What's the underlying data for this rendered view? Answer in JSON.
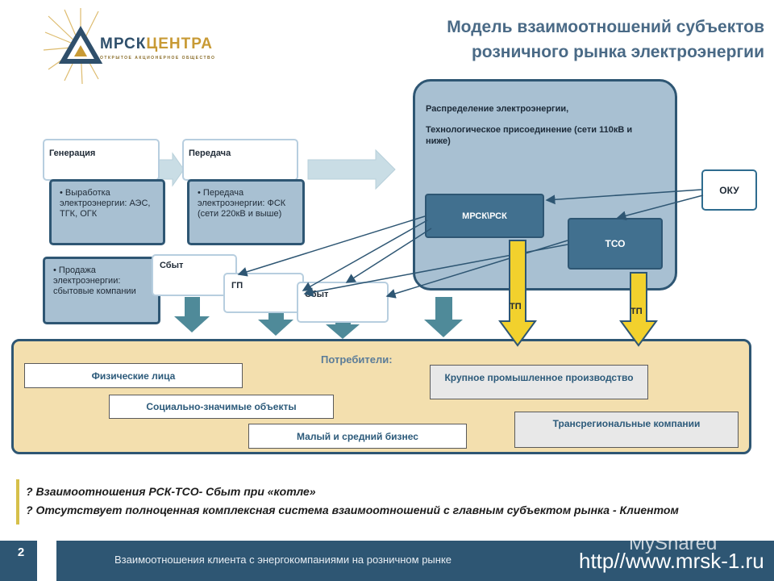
{
  "header": {
    "title_line1": "Модель взаимоотношений субъектов",
    "title_line2": "розничного рынка электроэнергии"
  },
  "logo": {
    "name_part1": "МРСК",
    "name_part2": "ЦЕНТРА",
    "subtitle": "ОТКРЫТОЕ АКЦИОНЕРНОЕ ОБЩЕСТВО"
  },
  "diagram": {
    "generation": {
      "label": "Генерация",
      "text": "Выработка электроэнергии: АЭС, ТГК, ОГК"
    },
    "transmission": {
      "label": "Передача",
      "text": "Передача электроэнергии: ФСК (сети 220кВ и выше)"
    },
    "sales": {
      "text": "Продажа электроэнергии: сбытовые компании"
    },
    "distribution": {
      "line1": "Распределение электроэнергии,",
      "line2": "Технологическое присоединение  (сети 110кВ и ниже)"
    },
    "mrsk": "МРСК\\РСК",
    "tso": "ТСО",
    "oku": "ОКУ",
    "sbyt1": "Сбыт",
    "gp": "ГП",
    "sbyt2": "Сбыт",
    "tp1": "ТП",
    "tp2": "ТП"
  },
  "consumers": {
    "title": "Потребители:",
    "physical": "Физические лица",
    "social": "Социально-значимые объекты",
    "small": "Малый и средний бизнес",
    "industry": "Крупное промышленное производство",
    "transregional": "Трансрегиональные компании"
  },
  "questions": {
    "q1": "? Взаимоотношения РСК-ТСО- Сбыт при «котле»",
    "q2": "? Отсутствует полноценная комплексная система взаимоотношений с главным субъектом рынка  - Клиентом"
  },
  "footer": {
    "page": "2",
    "text": "Взаимоотношения клиента с энергокомпаниями на розничном рынке",
    "url": "http//www.mrsk-1.ru",
    "watermark": "MyShared"
  },
  "colors": {
    "dark_blue": "#2e5673",
    "light_blue": "#a8c0d2",
    "consumers_bg": "#f3dfae",
    "arrow_yellow": "#f2d12d",
    "arrow_teal": "#4f8a99"
  }
}
